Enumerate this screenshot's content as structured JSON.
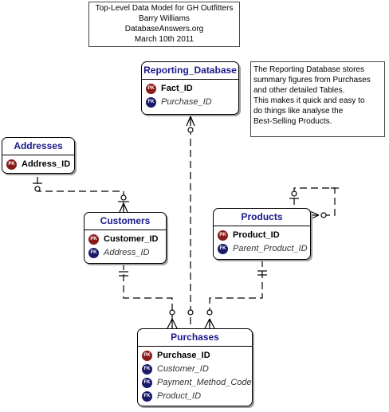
{
  "title_block": {
    "line1": "Top-Level Data Model for GH Outfitters",
    "line2": "Barry Williams",
    "line3": "DatabaseAnswers.org",
    "line4": "March 10th 2011"
  },
  "note": {
    "line1": "The Reporting Database stores",
    "line2": "summary figures from Purchases",
    "line3": "and other detailed Tables.",
    "line4": "This makes it quick and easy to",
    "line5": "do things like analyse the",
    "line6": "Best-Selling Products."
  },
  "badges": {
    "pk": "PK",
    "fk": "FK"
  },
  "entities": {
    "reporting_database": {
      "title": "Reporting_Database",
      "attrs": [
        {
          "name": "Fact_ID",
          "key": "PK"
        },
        {
          "name": "Purchase_ID",
          "key": "FK"
        }
      ]
    },
    "addresses": {
      "title": "Addresses",
      "attrs": [
        {
          "name": "Address_ID",
          "key": "PK"
        }
      ]
    },
    "customers": {
      "title": "Customers",
      "attrs": [
        {
          "name": "Customer_ID",
          "key": "PK"
        },
        {
          "name": "Address_ID",
          "key": "FK"
        }
      ]
    },
    "products": {
      "title": "Products",
      "attrs": [
        {
          "name": "Product_ID",
          "key": "PK"
        },
        {
          "name": "Parent_Product_ID",
          "key": "FK"
        }
      ]
    },
    "purchases": {
      "title": "Purchases",
      "attrs": [
        {
          "name": "Purchase_ID",
          "key": "PK"
        },
        {
          "name": "Customer_ID",
          "key": "FK"
        },
        {
          "name": "Payment_Method_Code",
          "key": "FK"
        },
        {
          "name": "Product_ID",
          "key": "FK"
        }
      ]
    }
  },
  "colors": {
    "entity_title": "#1a1a8a",
    "pk_badge": "#8b1a1a",
    "fk_badge": "#1a1a6b"
  }
}
